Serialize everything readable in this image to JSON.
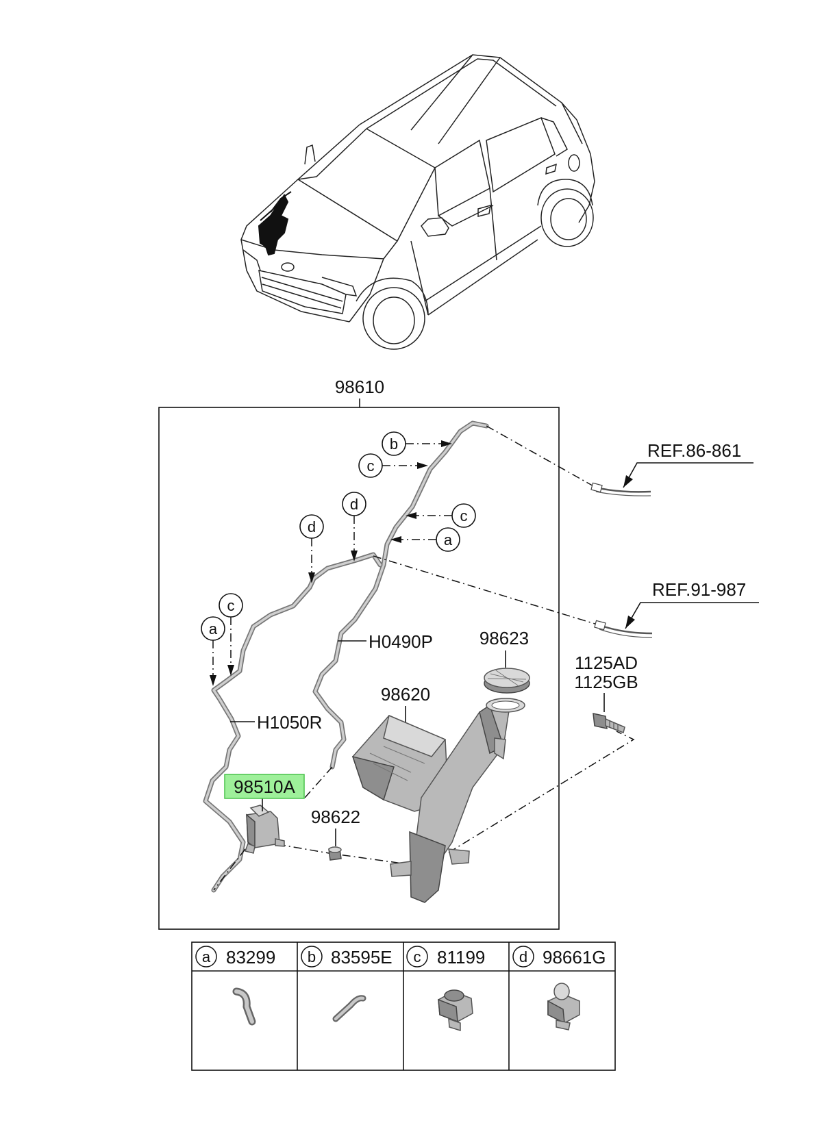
{
  "labels": {
    "assembly": "98610",
    "ref_upper": "REF.86-861",
    "ref_lower": "REF.91-987",
    "hose_long": "H0490P",
    "hose_short": "H1050R",
    "pump": "98510A",
    "cap": "98623",
    "reservoir": "98620",
    "grommet": "98622",
    "bolt_1": "1125AD",
    "bolt_2": "1125GB"
  },
  "callouts": {
    "b1": "b",
    "c1": "c",
    "c2": "c",
    "a1": "a",
    "d1": "d",
    "d2": "d",
    "c3": "c",
    "a2": "a"
  },
  "legend": [
    {
      "letter": "a",
      "part": "83299"
    },
    {
      "letter": "b",
      "part": "83595E"
    },
    {
      "letter": "c",
      "part": "81199"
    },
    {
      "letter": "d",
      "part": "98661G"
    }
  ],
  "colors": {
    "highlight_fill": "#9ef09a",
    "highlight_stroke": "#49c24a"
  }
}
